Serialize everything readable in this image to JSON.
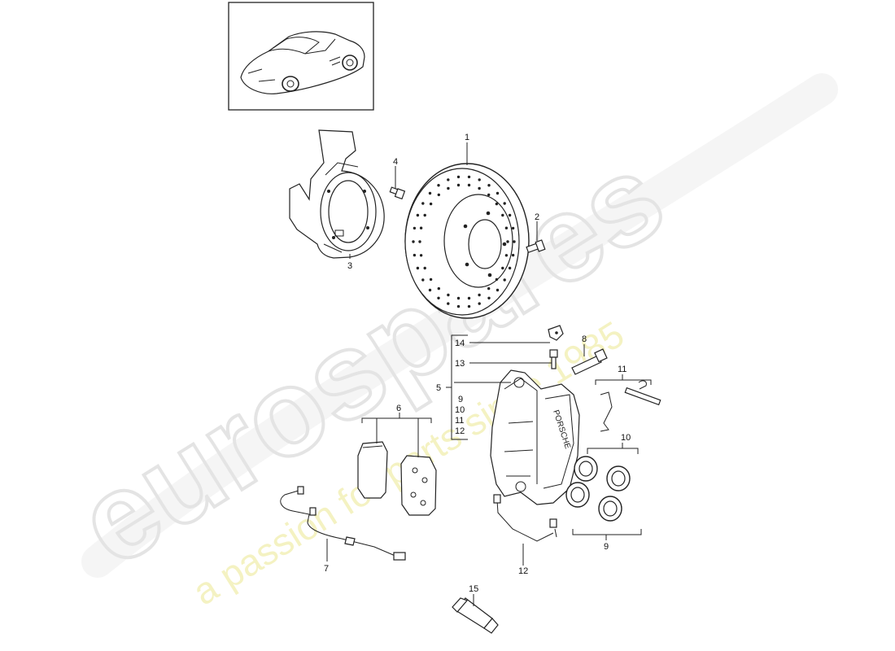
{
  "watermark": {
    "brand": "eurospares",
    "tagline": "a passion for parts since 1985"
  },
  "callouts": {
    "c1": "1",
    "c2": "2",
    "c3": "3",
    "c4": "4",
    "c5": "5",
    "c6": "6",
    "c7": "7",
    "c8": "8",
    "c9a": "9",
    "c9b": "9",
    "c10a": "10",
    "c10b": "10",
    "c11a": "11",
    "c11b": "11",
    "c12a": "12",
    "c12b": "12",
    "c13": "13",
    "c14": "14",
    "c15": "15"
  },
  "icons": {
    "car": "car-thumbnail-icon",
    "disc": "brake-disc-icon",
    "shield": "brake-shield-icon",
    "caliper": "brake-caliper-icon",
    "pads": "brake-pads-icon",
    "sensor": "wear-sensor-icon",
    "tube": "grease-tube-icon"
  },
  "colors": {
    "line": "#222222",
    "watermark_brand": "#e9e9e9",
    "watermark_tagline": "#f3f0b8"
  }
}
